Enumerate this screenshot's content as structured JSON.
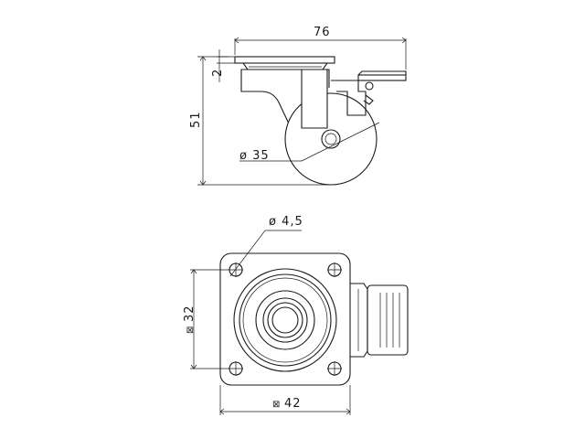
{
  "drawing": {
    "side_view": {
      "width_label": "76",
      "plate_label": "2",
      "height_label": "51",
      "wheel_label": "ø 35"
    },
    "top_view": {
      "hole_label": "ø 4,5",
      "hole_spacing_label": "32",
      "plate_size_label": "42",
      "square_symbol": "⊠"
    }
  },
  "colors": {
    "line": "#1a1a1a",
    "background": "#ffffff"
  }
}
